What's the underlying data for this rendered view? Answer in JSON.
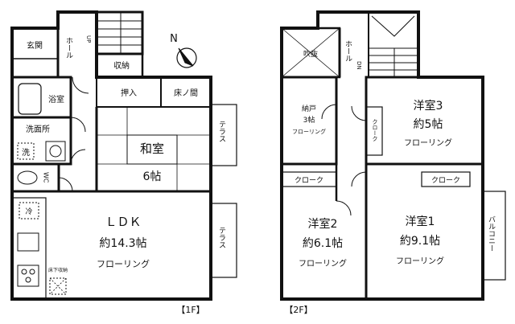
{
  "floor1": {
    "floor_label": "【1F】",
    "rooms": {
      "genkan": "玄関",
      "hall": "ホール",
      "stairs_up": "UP",
      "storage": "収納",
      "bath": "浴室",
      "oshiire": "押入",
      "tokonoma": "床ノ間",
      "washroom": "洗面所",
      "washer": "洗",
      "wc": "WC",
      "washitsu": "和室",
      "washitsu_size": "6帖",
      "ldk": "ＬＤＫ",
      "ldk_size": "約14.3帖",
      "ldk_floor": "フローリング",
      "fridge": "冷",
      "underfloor": "床下収納",
      "terrace_upper": "テラス",
      "terrace_lower": "テラス"
    }
  },
  "floor2": {
    "floor_label": "【2F】",
    "rooms": {
      "void": "吹抜",
      "hall": "ホール",
      "stairs_dn": "DN",
      "nando": "納戸",
      "nando_size": "3帖",
      "nando_floor": "フローリング",
      "yoshitsu3": "洋室3",
      "yoshitsu3_size": "約5帖",
      "yoshitsu3_floor": "フローリング",
      "closet_side": "クローク",
      "closet_left": "クローク",
      "closet_right": "クローク",
      "yoshitsu2": "洋室2",
      "yoshitsu2_size": "約6.1帖",
      "yoshitsu2_floor": "フローリング",
      "yoshitsu1": "洋室1",
      "yoshitsu1_size": "約9.1帖",
      "yoshitsu1_floor": "フローリング",
      "balcony": "バルコニー"
    }
  },
  "compass": {
    "label": "N"
  }
}
